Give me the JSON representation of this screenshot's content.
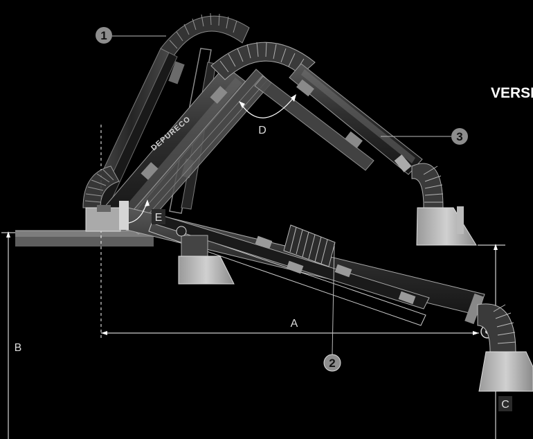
{
  "title_text": "VERSIU",
  "callouts": [
    "1",
    "2",
    "3"
  ],
  "dimension_labels": {
    "A": "A",
    "B": "B",
    "C": "C",
    "D": "D",
    "E": "E"
  },
  "brand_text": "DEPURECO",
  "colors": {
    "background": "#000000",
    "line": "#ffffff",
    "tube_dark": "#2e2e2e",
    "tube_light": "#7a7a7a",
    "marker_fill": "#8d8d8d"
  }
}
